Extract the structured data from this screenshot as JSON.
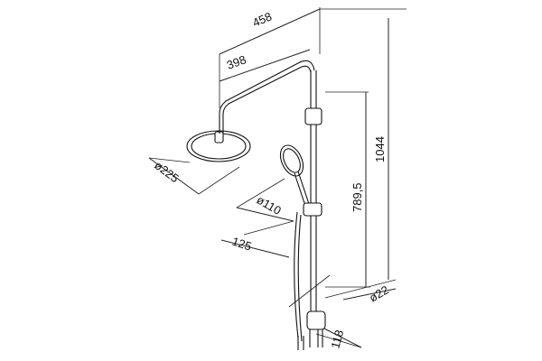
{
  "dimensions": {
    "total_reach": "458",
    "arm_reach": "398",
    "total_height": "1044",
    "slide_height": "789,5",
    "head_diameter": "ø225",
    "hand_diameter": "ø110",
    "hand_offset": "125",
    "rail_diameter": "ø22",
    "base_offset": "118"
  }
}
